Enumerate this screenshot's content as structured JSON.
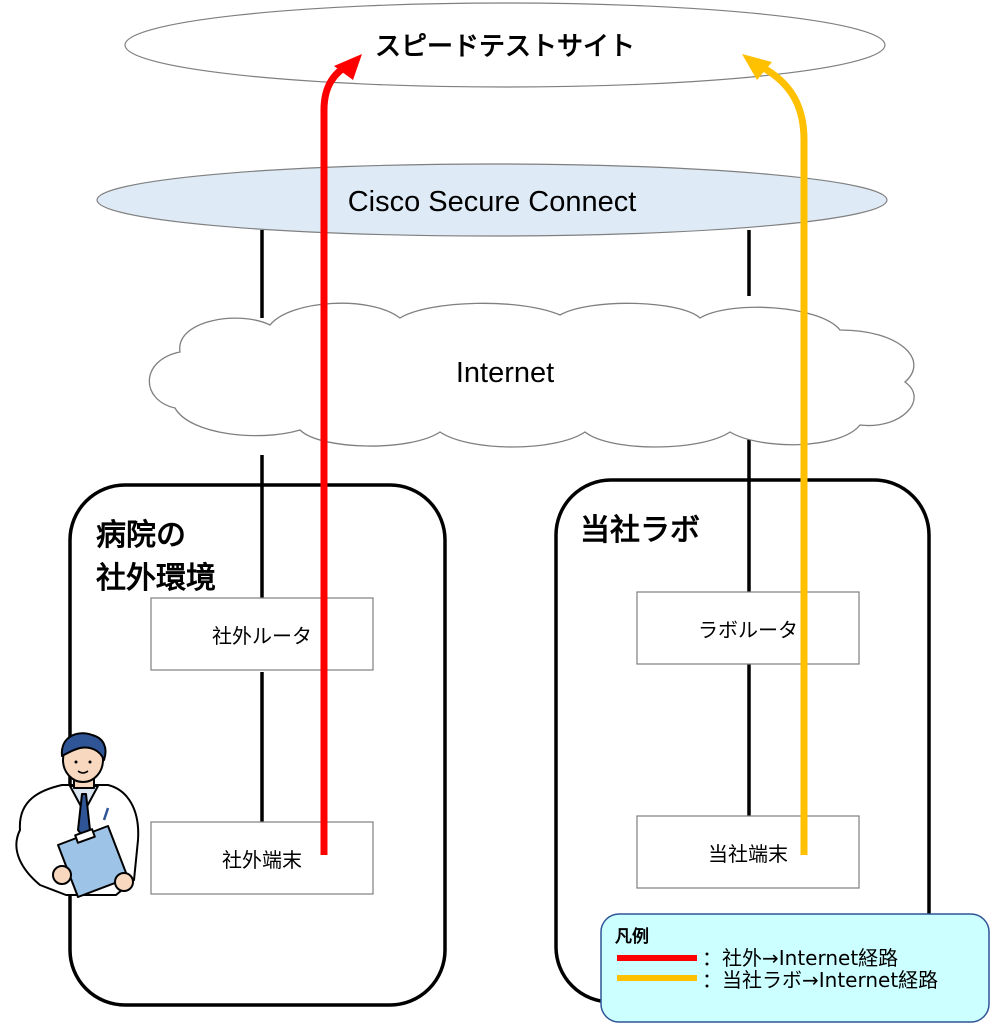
{
  "top": {
    "speedtest_site": "スピードテストサイト"
  },
  "cloud_services": {
    "secure_connect": "Cisco Secure Connect",
    "internet": "Internet"
  },
  "hospital": {
    "title_line1": "病院の",
    "title_line2": "社外環境",
    "router": "社外ルータ",
    "terminal": "社外端末"
  },
  "lab": {
    "title": "当社ラボ",
    "router": "ラボルータ",
    "terminal": "当社端末"
  },
  "legend": {
    "title": "凡例",
    "items": [
      {
        "label": "：社外→Internet経路",
        "color": "#ff0000"
      },
      {
        "label": "：当社ラボ→Internet経路",
        "color": "#ffc000"
      }
    ]
  },
  "colors": {
    "external_route": "#ff0000",
    "lab_route": "#ffc000",
    "secure_connect_fill": "#deebf7",
    "legend_fill": "#ccffff"
  },
  "icons": {
    "person": "doctor-with-clipboard"
  }
}
